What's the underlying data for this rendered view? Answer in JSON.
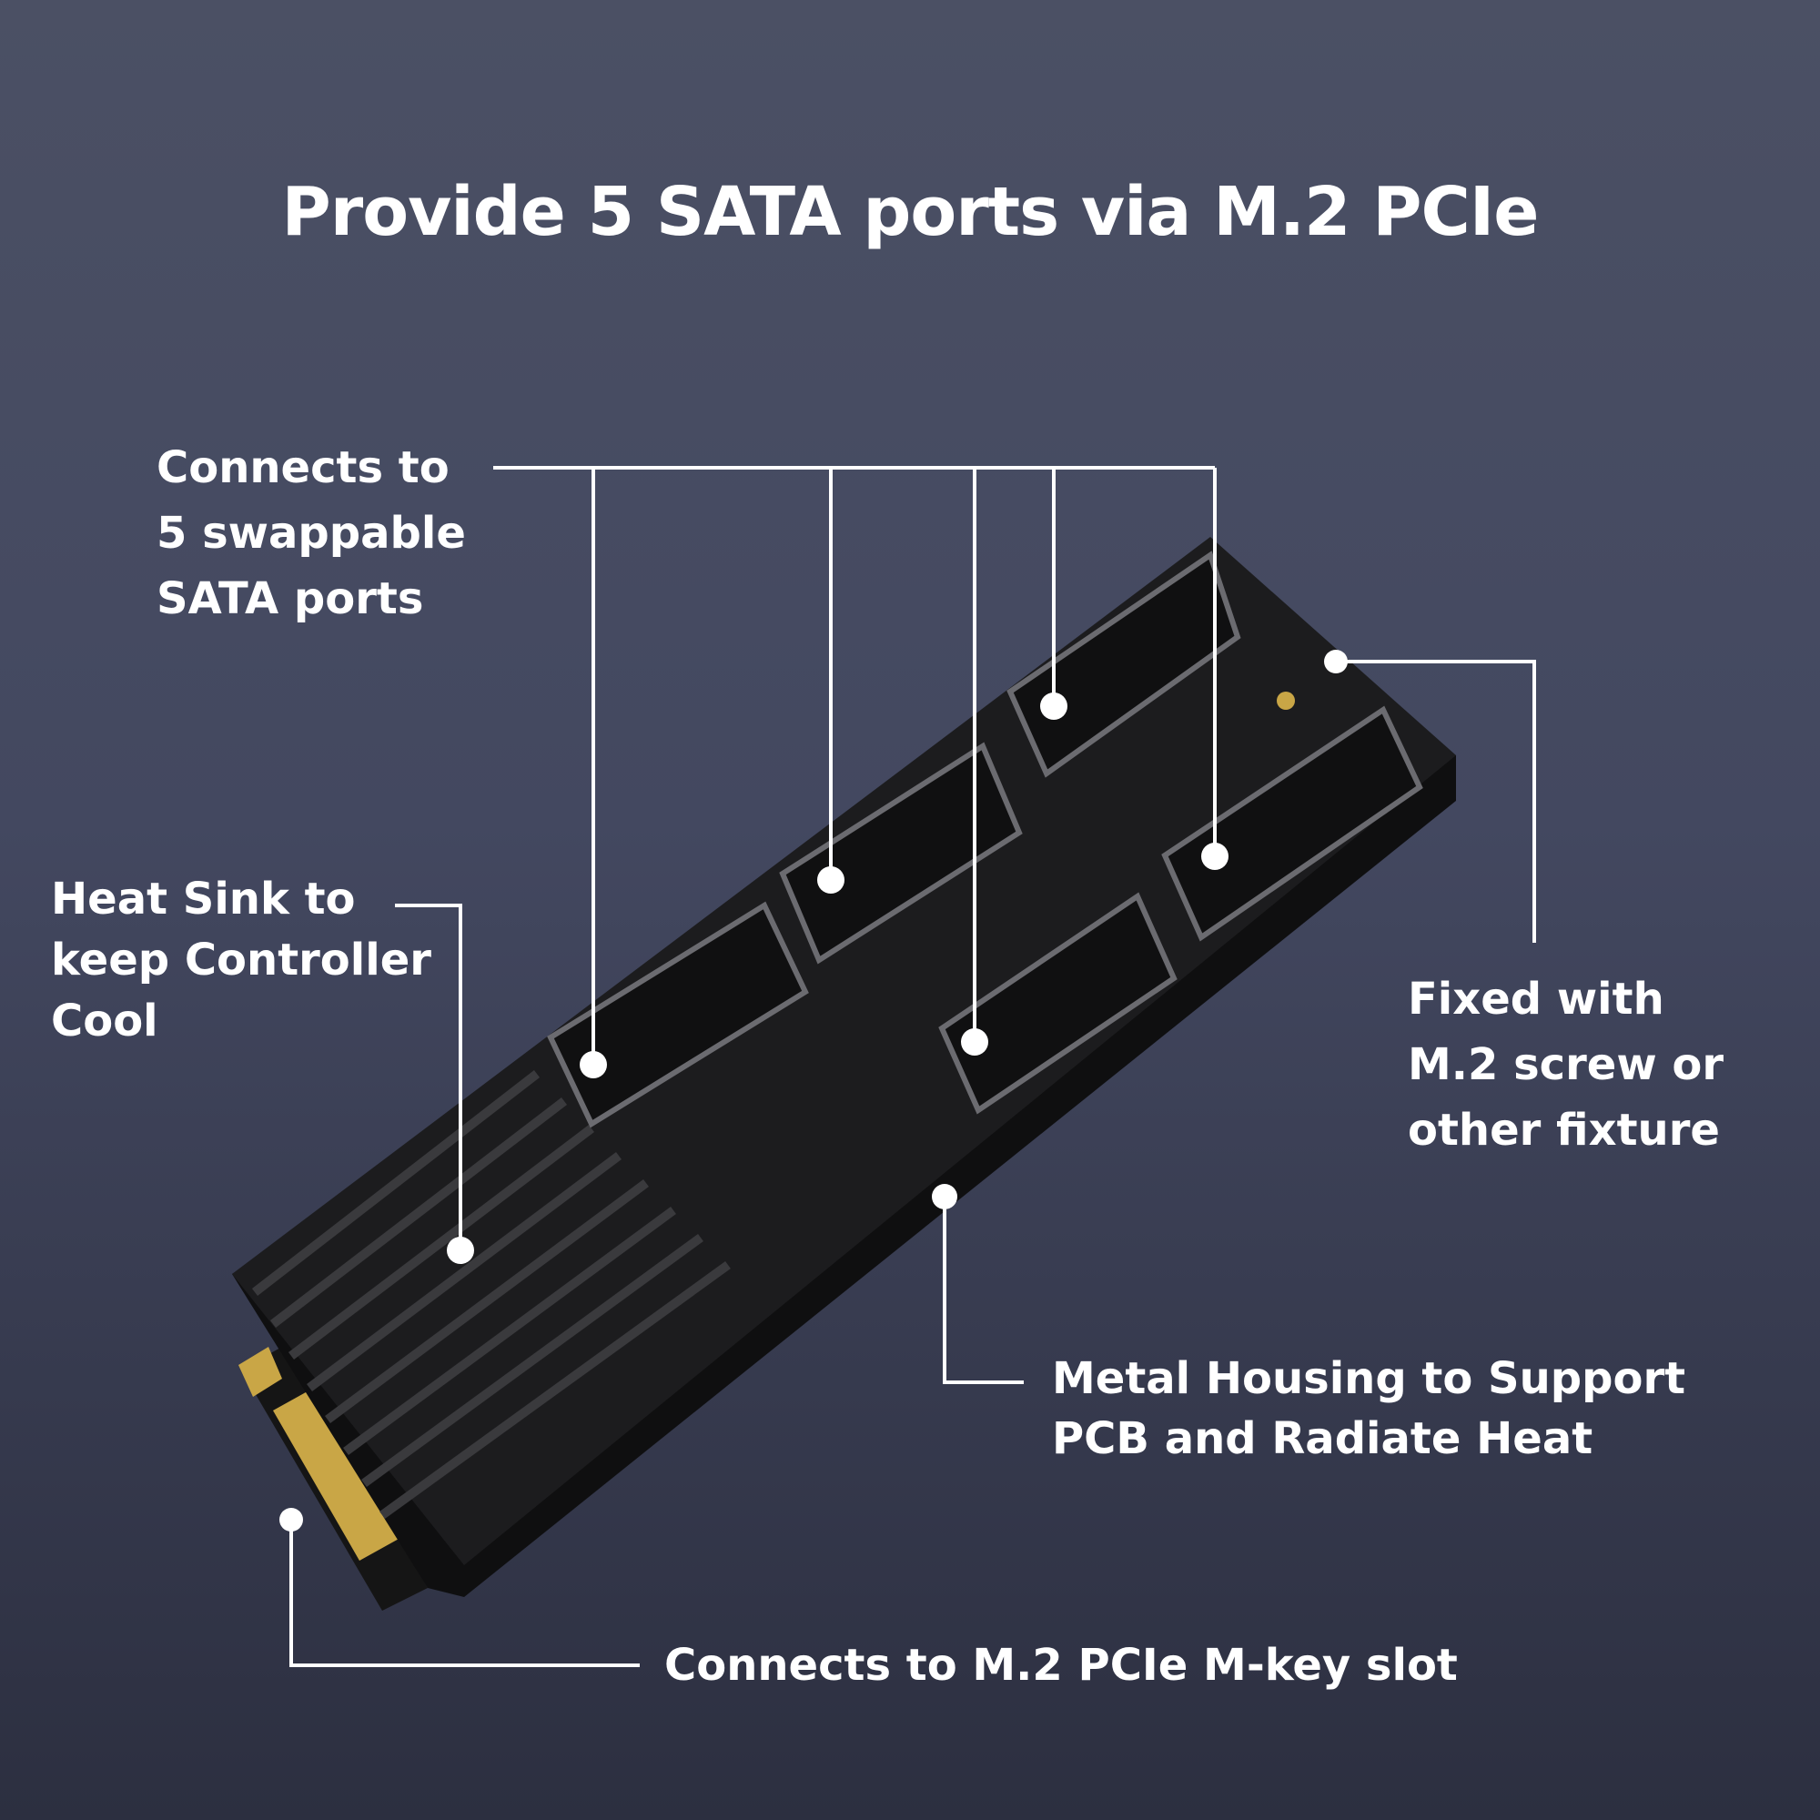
{
  "title": "Provide 5 SATA ports via M.2 PCIe",
  "callouts": {
    "sata_ports": [
      "Connects to",
      "5 swappable",
      "SATA ports"
    ],
    "heat_sink": [
      "Heat Sink to",
      "keep Controller",
      "Cool"
    ],
    "fixture": [
      "Fixed with",
      "M.2 screw or",
      "other fixture"
    ],
    "housing": [
      "Metal Housing to Support",
      "PCB and Radiate Heat"
    ],
    "slot": "Connects to M.2 PCIe M-key slot"
  },
  "colors": {
    "background_top": "#4b5064",
    "background_bottom": "#2c2f40",
    "text": "#ffffff",
    "product": "#1a1a1c"
  }
}
